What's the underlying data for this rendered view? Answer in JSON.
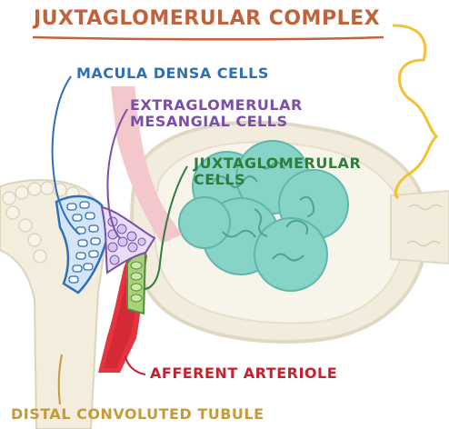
{
  "title": "JUXTAGLOMERULAR COMPLEX",
  "labels": {
    "macula_densa": "MACULA DENSA CELLS",
    "extraglomerular_line1": "EXTRAGLOMERULAR",
    "extraglomerular_line2": "MESANGIAL CELLS",
    "juxtaglomerular_line1": "JUXTAGLOMERULAR",
    "juxtaglomerular_line2": "CELLS",
    "afferent": "AFFERENT ARTERIOLE",
    "distal": "DISTAL CONVOLUTED TUBULE"
  },
  "colors": {
    "title": "#c0623a",
    "macula_densa": "#2f6fb5",
    "extraglomerular": "#7a4fa8",
    "juxtaglomerular": "#2e7d3c",
    "afferent": "#c8202e",
    "distal": "#c49a3a",
    "bracket": "#f2c230",
    "capsule": "#ede8d6",
    "glomerulus": "#7fd1c4"
  }
}
